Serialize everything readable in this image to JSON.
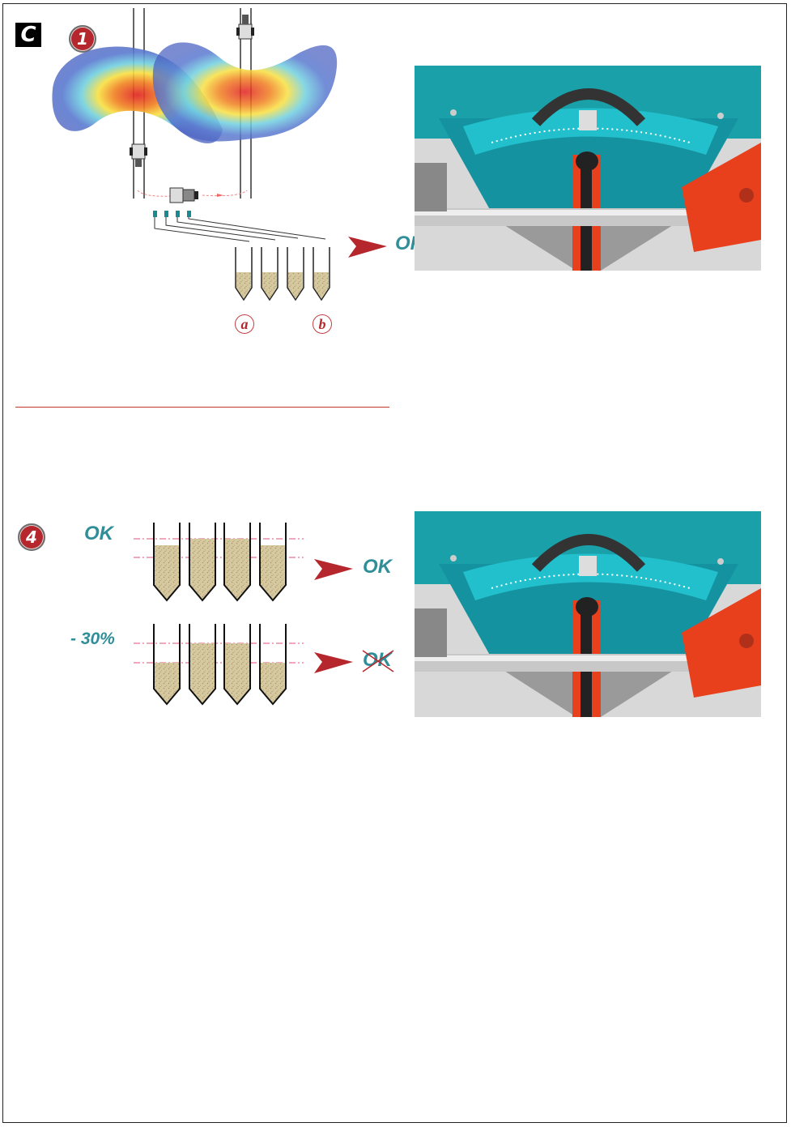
{
  "section": {
    "letter": "C"
  },
  "step1": {
    "number": "1",
    "result_label": "OK",
    "tray_labels": {
      "a": "a",
      "b": "b"
    }
  },
  "step4": {
    "number": "4",
    "row1_label": "OK",
    "row1_result": "OK",
    "row2_label": "- 30%",
    "row2_result": "OK",
    "row2_result_crossed": true
  },
  "colors": {
    "accent_red": "#b5272c",
    "teal_text": "#2f8e98",
    "hopper_teal": "#1aa0a8",
    "frame_orange": "#e8401c"
  },
  "icons": [
    "spread-pattern-heatmap",
    "tractor-icon",
    "collection-tray-icon",
    "arrow-right-icon",
    "spreader-hopper-photo"
  ]
}
